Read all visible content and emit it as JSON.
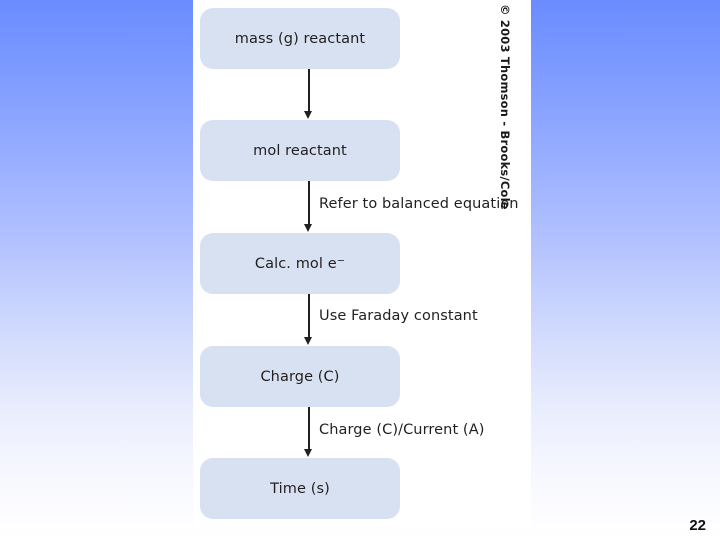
{
  "slide": {
    "page_number": "22",
    "credit": "© 2003 Thomson - Brooks/Cole",
    "background": {
      "top_color": "#6b8cff",
      "bottom_color": "#ffffff"
    }
  },
  "figure": {
    "panel_background": "#ffffff",
    "box_color": "#d7e1f1",
    "text_color": "#231f20",
    "nodes": [
      {
        "id": "mass-reactant",
        "label": "mass (g) reactant"
      },
      {
        "id": "mol-reactant",
        "label": "mol reactant"
      },
      {
        "id": "calc-mol-e",
        "label_main": "Calc. mol e",
        "label_sup": "−"
      },
      {
        "id": "charge",
        "label": "Charge (C)"
      },
      {
        "id": "time",
        "label": "Time (s)"
      }
    ],
    "edges": [
      {
        "from": "mass-reactant",
        "to": "mol-reactant",
        "label": ""
      },
      {
        "from": "mol-reactant",
        "to": "calc-mol-e",
        "label": "Refer to balanced equation"
      },
      {
        "from": "calc-mol-e",
        "to": "charge",
        "label": "Use Faraday constant"
      },
      {
        "from": "charge",
        "to": "time",
        "label": "Charge (C)/Current (A)"
      }
    ]
  }
}
